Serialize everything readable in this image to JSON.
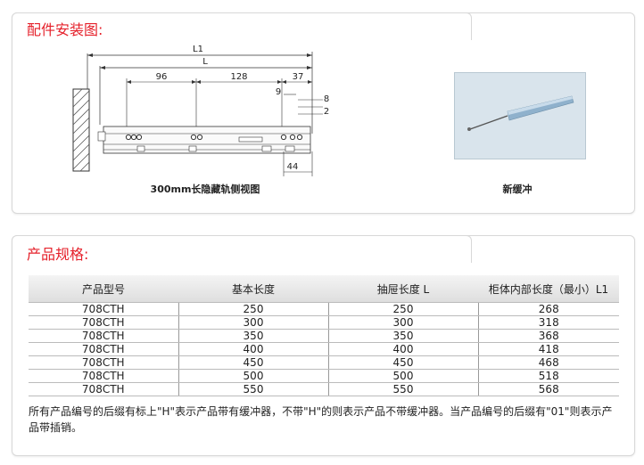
{
  "installation": {
    "title": "配件安装图:",
    "diagram_caption": "300mm长隐藏轨侧视图",
    "buffer_caption": "新缓冲",
    "dimensions": {
      "l1": "L1",
      "l": "L",
      "d96": "96",
      "d128": "128",
      "d37": "37",
      "d9": "9",
      "d8": "8",
      "d2": "2",
      "d44": "44"
    }
  },
  "specs": {
    "title": "产品规格:",
    "columns": [
      "产品型号",
      "基本长度",
      "抽屉长度 L",
      "柜体内部长度（最小）L1"
    ],
    "rows": [
      [
        "708CTH",
        "250",
        "250",
        "268"
      ],
      [
        "708CTH",
        "300",
        "300",
        "318"
      ],
      [
        "708CTH",
        "350",
        "350",
        "368"
      ],
      [
        "708CTH",
        "400",
        "400",
        "418"
      ],
      [
        "708CTH",
        "450",
        "450",
        "468"
      ],
      [
        "708CTH",
        "500",
        "500",
        "518"
      ],
      [
        "708CTH",
        "550",
        "550",
        "568"
      ]
    ],
    "note": "所有产品编号的后缀有标上\"H\"表示产品带有缓冲器，不带\"H\"的则表示产品不带缓冲器。当产品编号的后缀有\"01\"则表示产品带插销。"
  },
  "colors": {
    "title_red": "#e5202a",
    "header_bg": "#e8e8e8",
    "buffer_bg": "#d9e4ec"
  }
}
